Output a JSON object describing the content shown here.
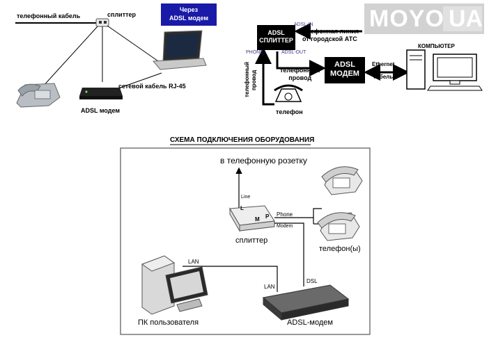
{
  "diagram1": {
    "phone_cable": "телефонный кабель",
    "splitter": "сплиттер",
    "via_line1": "Через",
    "via_line2": "ADSL модем",
    "modem": "ADSL модем",
    "network_cable": "сетевой кабель RJ-45"
  },
  "diagram2": {
    "splitter_box_line1": "ADSL",
    "splitter_box_line2": "СПЛИТТЕР",
    "adsl_in": "ADSL-IN",
    "adsl_out": "ADSL-OUT",
    "phone_port": "PHONE",
    "line_label1": "Телефонная линия",
    "line_label2": "от городской АТС",
    "wire_vertical1": "телефонный",
    "wire_vertical2": "провод",
    "wire_horizontal1": "телефонный",
    "wire_horizontal2": "провод",
    "modem_box_line1": "ADSL",
    "modem_box_line2": "МОДЕМ",
    "ethernet1": "Ethernet",
    "ethernet2": "кабель",
    "computer": "КОМПЬЮТЕР",
    "phone": "телефон"
  },
  "watermark": {
    "left": "MOYO",
    "right": "UA"
  },
  "diagram3": {
    "title": "СХЕМА ПОДКЛЮЧЕНИЯ ОБОРУДОВАНИЯ",
    "to_socket": "в телефонную розетку",
    "line": "Line",
    "port_l": "L",
    "port_m": "M",
    "port_p": "P",
    "phone_port": "Phone",
    "modem_port": "Modem",
    "splitter": "сплиттер",
    "phones": "телефон(ы)",
    "lan1": "LAN",
    "lan2": "LAN",
    "dsl": "DSL",
    "pc": "ПК пользователя",
    "modem": "ADSL-модем"
  },
  "colors": {
    "blue_box": "#1a1aa8",
    "watermark": "#c8c8c8",
    "arrow_label": "#3a3a8a"
  }
}
